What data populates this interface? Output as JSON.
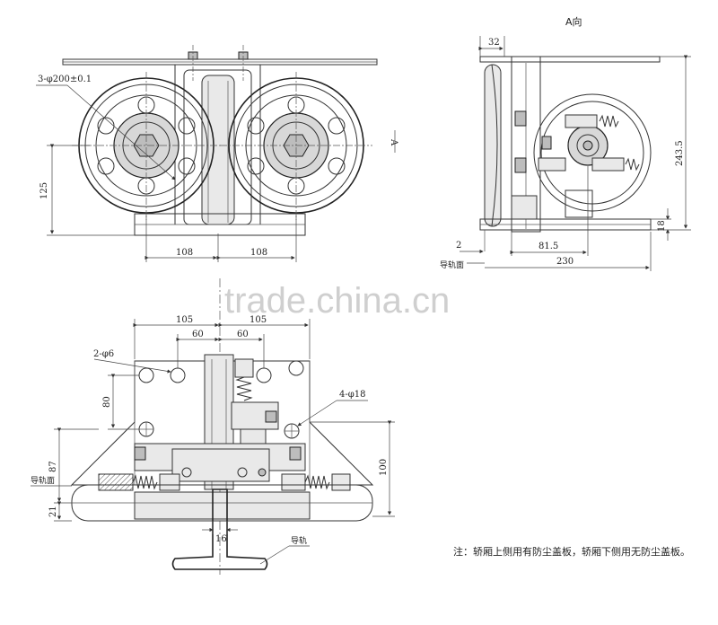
{
  "view_a_title": "A向",
  "front_view": {
    "dia_label": "3-φ200±0.1",
    "dim_height": "125",
    "dim_left": "108",
    "dim_right": "108",
    "arrow_mark": "A"
  },
  "side_view": {
    "dim_top": "32",
    "dim_height": "243.5",
    "dim_18": "18",
    "dim_2": "2",
    "dim_815": "81.5",
    "dim_230": "230",
    "rail_face": "导轨面"
  },
  "bottom_view": {
    "dim_105_left": "105",
    "dim_105_right": "105",
    "dim_60_left": "60",
    "dim_60_right": "60",
    "hole_small": "2-φ6",
    "hole_large": "4-φ18",
    "dim_80": "80",
    "dim_87": "87",
    "dim_21": "21",
    "dim_100": "100",
    "dim_16": "16",
    "rail_face": "导轨面",
    "rail": "导轨"
  },
  "note": "注：轿厢上侧用有防尘盖板，轿厢下侧用无防尘盖板。",
  "watermark": "trade.china.cn"
}
